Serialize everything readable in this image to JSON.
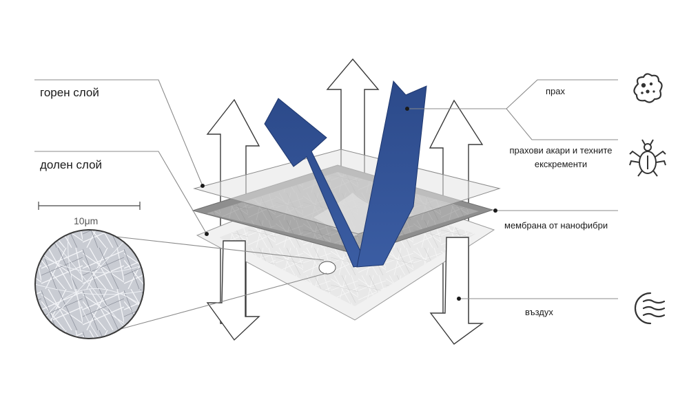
{
  "labels": {
    "top_layer": "горен слой",
    "bottom_layer": "долен слой",
    "scale": "10μm",
    "dust": "прах",
    "mites_line1": "прахови акари и техните",
    "mites_line2": "екскременти",
    "membrane": "мембрана от нанофибри",
    "air": "въздух"
  },
  "icons": [
    "dust-icon",
    "dust-mite-icon",
    "air-icon"
  ],
  "colors": {
    "arrow_blue": "#2f4f8f",
    "arrow_blue_dark": "#243f78",
    "line_gray": "#777777",
    "layer_light": "#ececec",
    "membrane_gray": "#8c8c8c"
  }
}
